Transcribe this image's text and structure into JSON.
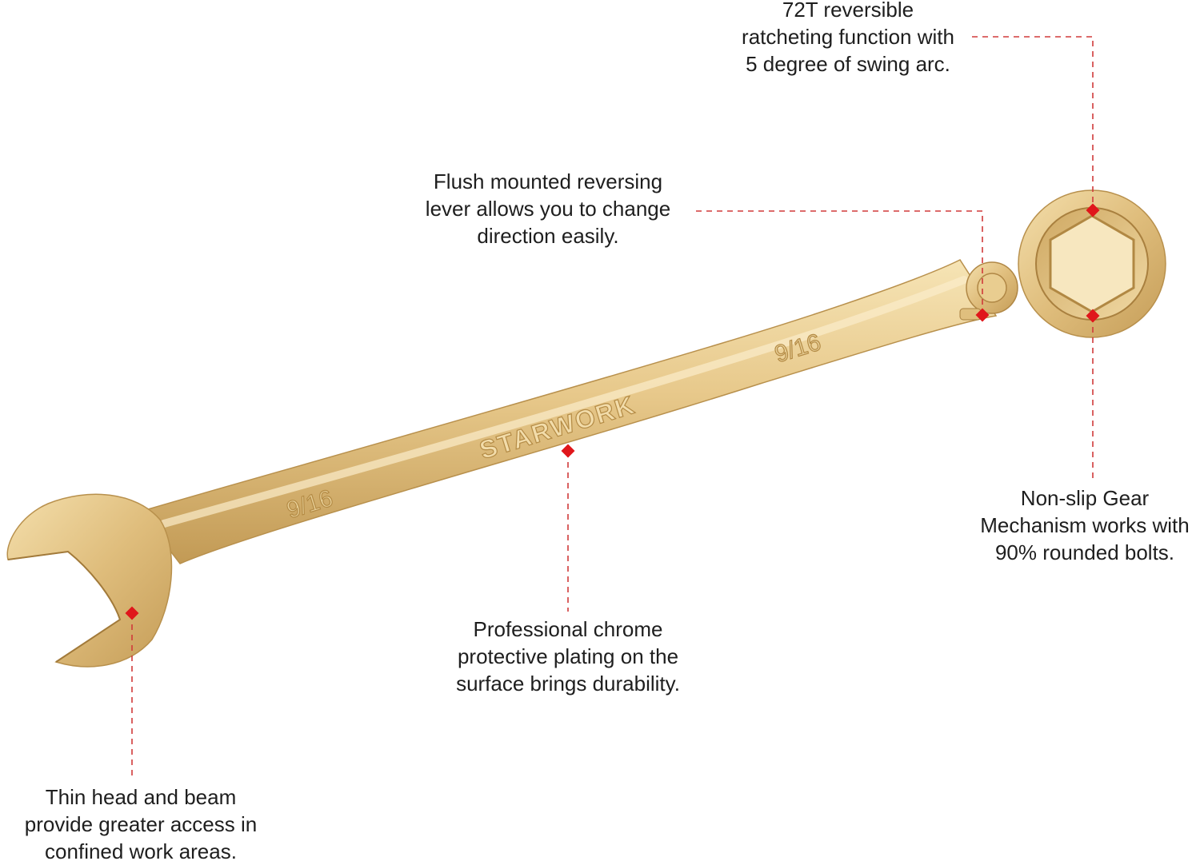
{
  "wrench": {
    "brand_mark": "STARWORK",
    "size_marking_open_end": "9/16",
    "size_marking_ring_end": "9/16"
  },
  "callouts": {
    "ratcheting": [
      "72T reversible",
      "ratcheting function with",
      "5 degree of swing arc."
    ],
    "reversing_lever": [
      "Flush mounted reversing",
      "lever allows you to change",
      "direction easily."
    ],
    "gear_mechanism": [
      "Non-slip Gear",
      "Mechanism works with",
      "90% rounded bolts."
    ],
    "plating": [
      "Professional chrome",
      "protective plating on the",
      "surface brings durability."
    ],
    "thin_head": [
      "Thin head and beam",
      "provide greater access in",
      "confined work areas."
    ]
  },
  "colors": {
    "background": "#ffffff",
    "leader_line": "#d03a3a",
    "marker": "#e0161b",
    "brass_light": "#f1d9a2",
    "brass_mid": "#d9b873",
    "brass_dark": "#b48b45"
  }
}
